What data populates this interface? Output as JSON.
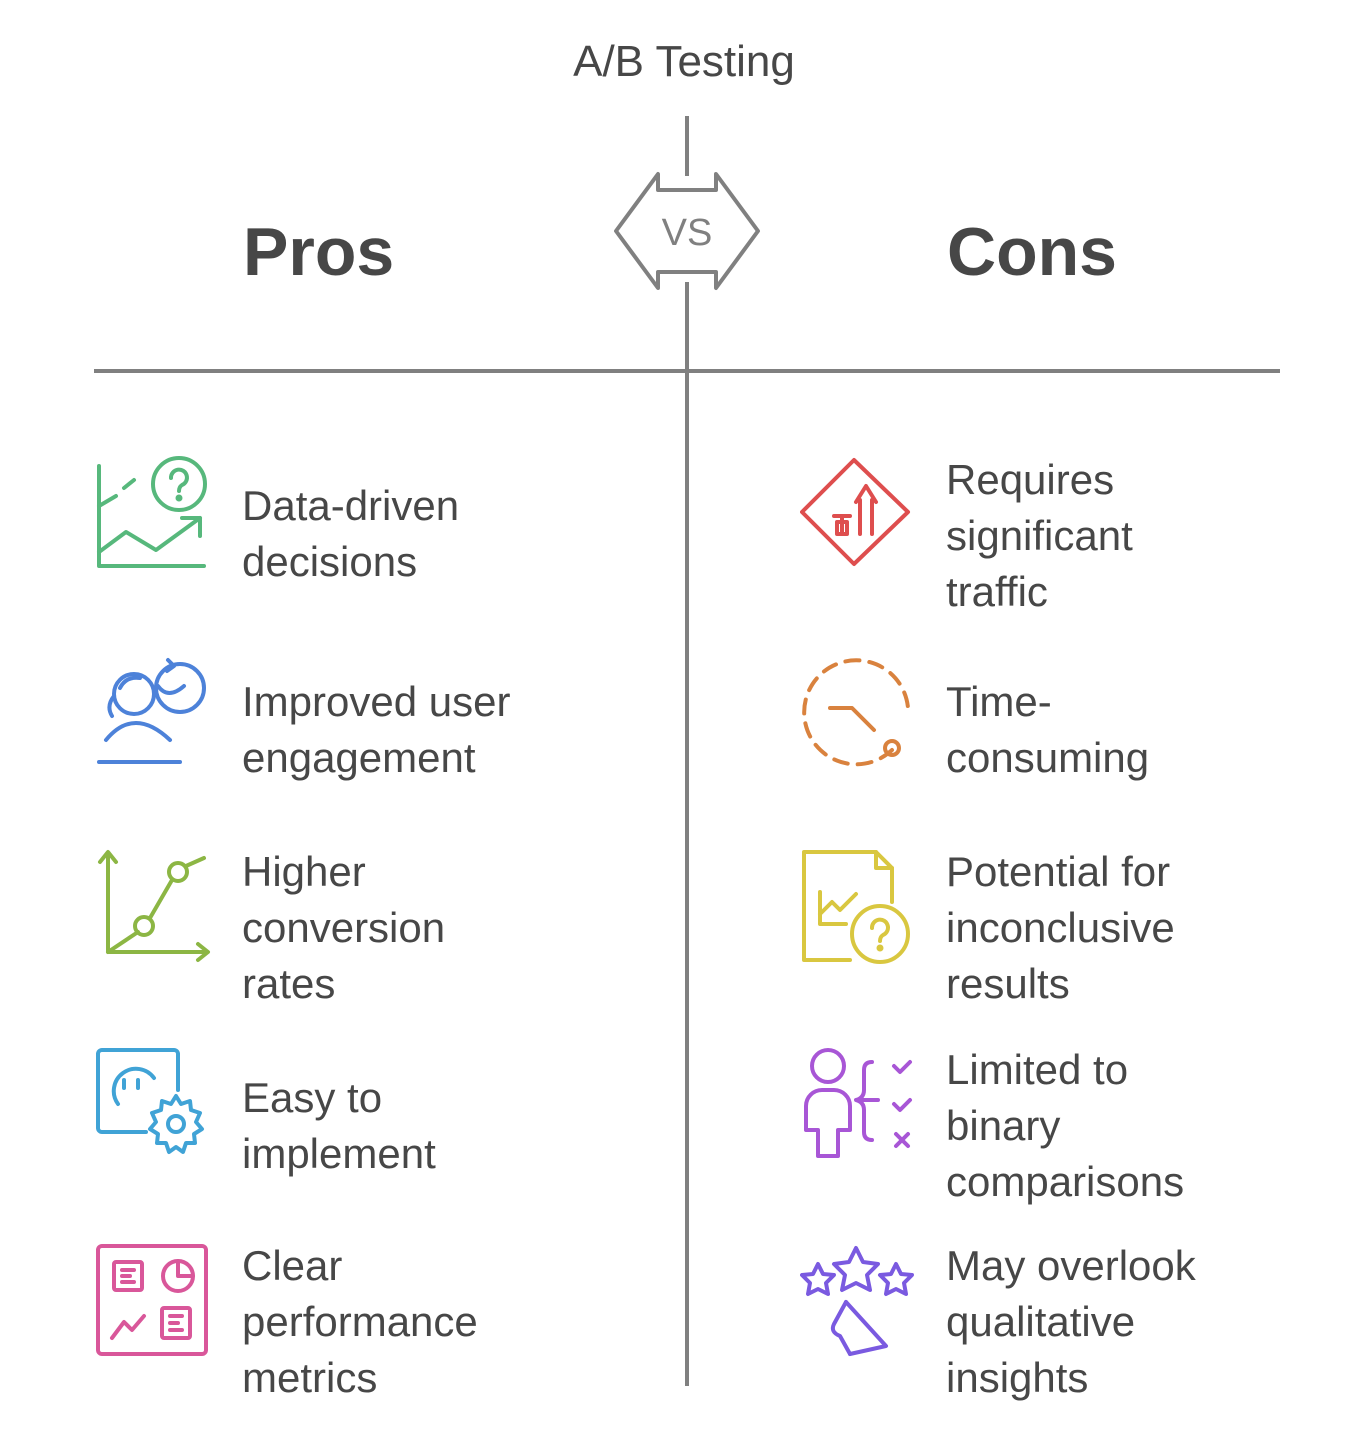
{
  "title": "A/B Testing",
  "vs_label": "VS",
  "pros": {
    "heading": "Pros",
    "items": [
      {
        "label": "Data-driven\ndecisions",
        "icon": "chart-question-icon",
        "color": "#57b87c"
      },
      {
        "label": "Improved user\nengagement",
        "icon": "user-refresh-icon",
        "color": "#4d82d9"
      },
      {
        "label": "Higher\nconversion\nrates",
        "icon": "rising-graph-icon",
        "color": "#8cb644"
      },
      {
        "label": "Easy to\nimplement",
        "icon": "gear-screen-icon",
        "color": "#40a3d6"
      },
      {
        "label": "Clear\nperformance\nmetrics",
        "icon": "dashboard-icon",
        "color": "#d9579a"
      }
    ]
  },
  "cons": {
    "heading": "Cons",
    "items": [
      {
        "label": "Requires\nsignificant\ntraffic",
        "icon": "traffic-sign-icon",
        "color": "#de4e4e"
      },
      {
        "label": "Time-\nconsuming",
        "icon": "dashed-clock-icon",
        "color": "#d9823e"
      },
      {
        "label": "Potential for\ninconclusive\nresults",
        "icon": "document-question-icon",
        "color": "#d9c740"
      },
      {
        "label": "Limited to\nbinary\ncomparisons",
        "icon": "person-checklist-icon",
        "color": "#a856d6"
      },
      {
        "label": "May overlook\nqualitative\ninsights",
        "icon": "stars-feedback-icon",
        "color": "#7a5ae0"
      }
    ]
  },
  "colors": {
    "text": "#474747",
    "lines": "#808080"
  }
}
